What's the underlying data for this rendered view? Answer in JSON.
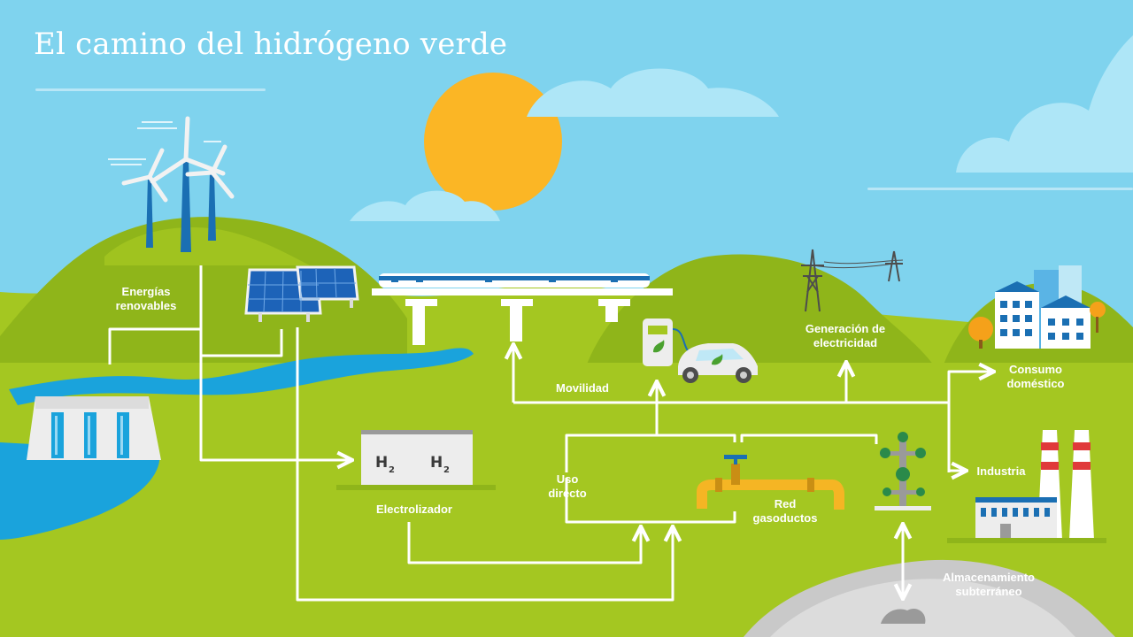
{
  "title": "El camino del hidrógeno verde",
  "labels": {
    "energias": "Energías\nrenovables",
    "electrolizador": "Electrolizador",
    "uso_directo": "Uso\ndirecto",
    "red_gasoductos": "Red\ngasoductos",
    "movilidad": "Movilidad",
    "generacion": "Generación de\nelectricidad",
    "consumo": "Consumo\ndoméstico",
    "industria": "Industria",
    "almacenamiento": "Almacenamiento\nsubterráneo"
  },
  "electrolyzer_marks": [
    "H",
    "2",
    "H",
    "2"
  ],
  "colors": {
    "sky": "#7fd3ee",
    "grass_light": "#a4c721",
    "grass_dark": "#8fb51a",
    "water": "#1aa3dc",
    "sun": "#fbb625",
    "pipeline": "#f5b524",
    "flow_lines": "#ffffff",
    "turbine": "#1a6fb3",
    "panel": "#1d63b8",
    "rock": "#c9c9c9"
  },
  "icons": [
    "wind-turbine-icon",
    "solar-panel-icon",
    "hydro-dam-icon",
    "train-icon",
    "charging-station-icon",
    "electric-car-icon",
    "power-tower-icon",
    "city-buildings-icon",
    "factory-icon",
    "gas-wellhead-icon",
    "pipeline-icon",
    "sun-icon"
  ]
}
